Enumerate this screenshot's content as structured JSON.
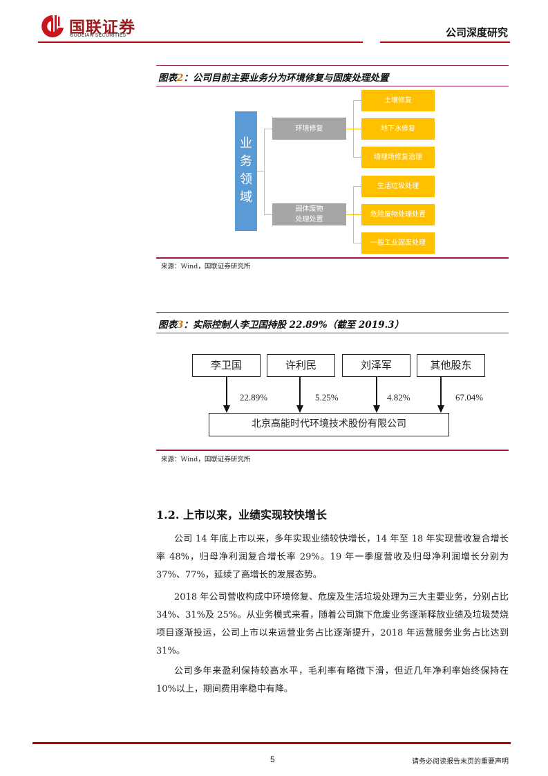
{
  "header": {
    "logo_cn": "国联证券",
    "logo_en": "GUOLIAN SECURITIES",
    "report_type": "公司深度研究",
    "brand_color": "#b30000"
  },
  "figure2": {
    "label": "图表",
    "num": "2",
    "title": "：公司目前主要业务分为环境修复与固废处理处置",
    "diagram": {
      "root": [
        "业",
        "务",
        "领",
        "域"
      ],
      "branches": [
        {
          "label": "环境修复",
          "children": [
            "土壤修复",
            "地下水修复",
            "填埋场修复治理"
          ]
        },
        {
          "label_lines": [
            "固体废物",
            "处理处置"
          ],
          "children": [
            "生活垃圾处理",
            "危险废物处理处置",
            "一般工业固废处理"
          ]
        }
      ],
      "colors": {
        "root": "#5b9bd5",
        "branch": "#a6a6a6",
        "leaf": "#ffc000"
      }
    },
    "source": "来源：Wind，国联证券研究所"
  },
  "figure3": {
    "label": "图表",
    "num": "3",
    "title": "：实际控制人李卫国持股 22.89%（截至 2019.3）",
    "shareholders": [
      {
        "name": "李卫国",
        "pct": "22.89%"
      },
      {
        "name": "许利民",
        "pct": "5.25%"
      },
      {
        "name": "刘泽军",
        "pct": "4.82%"
      },
      {
        "name": "其他股东",
        "pct": "67.04%"
      }
    ],
    "company": "北京高能时代环境技术股份有限公司",
    "source": "来源：Wind，国联证券研究所"
  },
  "section": {
    "title": "1.2. 上市以来，业绩实现较快增长",
    "paragraphs": [
      "公司 14 年底上市以来，多年实现业绩较快增长，14 年至 18 年实现营收复合增长率 48%，归母净利润复合增长率 29%。19 年一季度营收及归母净利润增长分别为 37%、77%，延续了高增长的发展态势。",
      "2018 年公司营收构成中环境修复、危废及生活垃圾处理为三大主要业务，分别占比 34%、31%及 25%。从业务模式来看，随着公司旗下危废业务逐渐释放业绩及垃圾焚烧项目逐渐投运，公司上市以来运营业务占比逐渐提升，2018 年运营服务业务占比达到 31%。",
      "公司多年来盈利保持较高水平，毛利率有略微下滑，但近几年净利率始终保持在 10%以上，期间费用率稳中有降。"
    ]
  },
  "footer": {
    "page": "5",
    "disclaimer": "请务必阅读报告末页的重要声明"
  }
}
